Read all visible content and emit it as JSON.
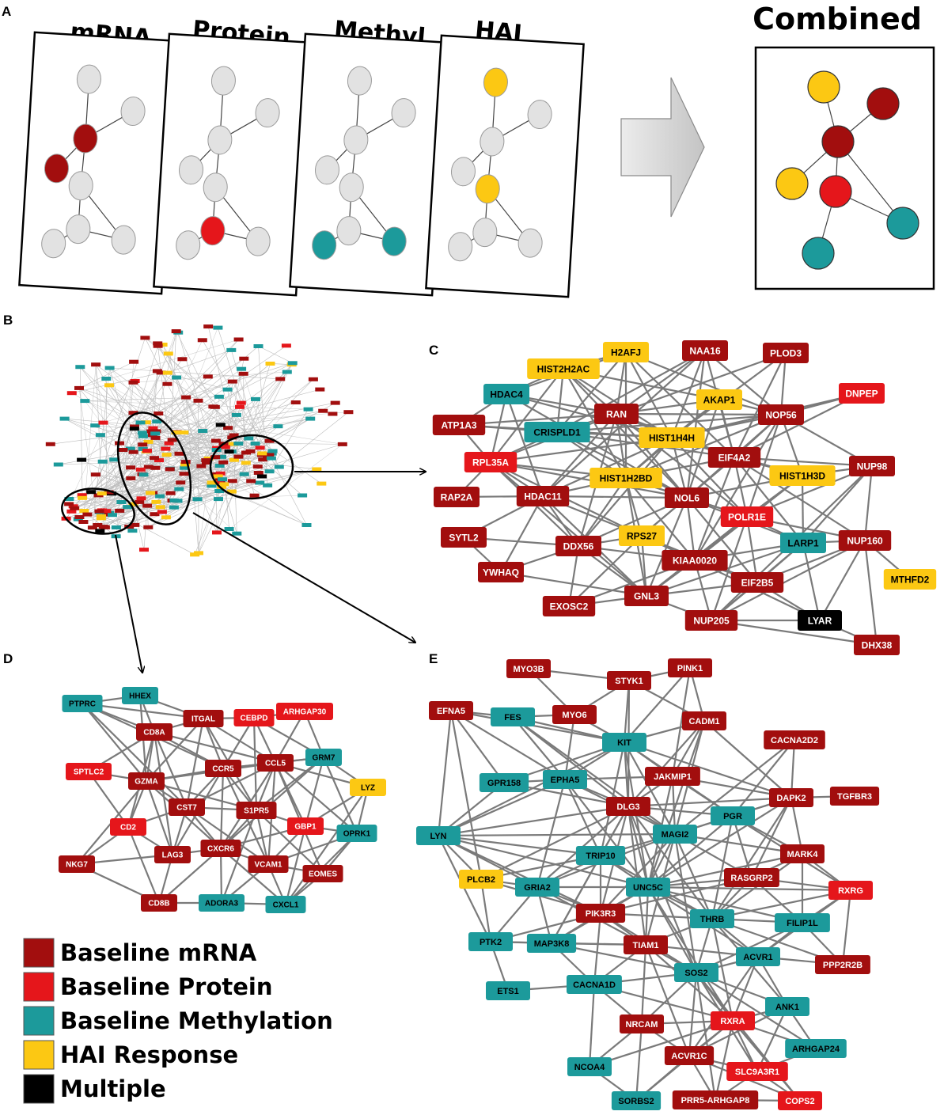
{
  "colors": {
    "mrna": "#a20e0e",
    "protein": "#e5161b",
    "methyl": "#1c9a9b",
    "hai": "#fcc813",
    "multiple": "#000000",
    "gray": "#e2e2e2",
    "edge": "#7a7a7a"
  },
  "panel_a": {
    "label": "A",
    "layers": [
      {
        "title": "mRNA",
        "highlights": {
          "1": "mrna",
          "3": "mrna"
        }
      },
      {
        "title": "Protein",
        "highlights": {
          "5": "protein"
        }
      },
      {
        "title": "Methyl",
        "highlights": {
          "6": "methyl",
          "7": "methyl"
        }
      },
      {
        "title": "HAI",
        "highlights": {
          "0": "hai",
          "4": "hai"
        }
      }
    ],
    "combined_title": "Combined",
    "combined_colors": [
      "hai",
      "mrna",
      "mrna",
      "hai",
      "protein",
      "methyl",
      "methyl"
    ]
  },
  "panel_b": {
    "label": "B"
  },
  "panel_c": {
    "label": "C",
    "nodes": [
      {
        "id": "H2AFJ",
        "color": "hai"
      },
      {
        "id": "HIST2H2AC",
        "color": "hai"
      },
      {
        "id": "NAA16",
        "color": "mrna"
      },
      {
        "id": "PLOD3",
        "color": "mrna"
      },
      {
        "id": "HDAC4",
        "color": "methyl"
      },
      {
        "id": "AKAP1",
        "color": "hai"
      },
      {
        "id": "DNPEP",
        "color": "protein"
      },
      {
        "id": "ATP1A3",
        "color": "mrna"
      },
      {
        "id": "RAN",
        "color": "mrna"
      },
      {
        "id": "NOP56",
        "color": "mrna"
      },
      {
        "id": "CRISPLD1",
        "color": "methyl"
      },
      {
        "id": "HIST1H4H",
        "color": "hai"
      },
      {
        "id": "EIF4A2",
        "color": "mrna"
      },
      {
        "id": "RPL35A",
        "color": "protein"
      },
      {
        "id": "NUP98",
        "color": "mrna"
      },
      {
        "id": "HIST1H2BD",
        "color": "hai"
      },
      {
        "id": "HIST1H3D",
        "color": "hai"
      },
      {
        "id": "RAP2A",
        "color": "mrna"
      },
      {
        "id": "HDAC11",
        "color": "mrna"
      },
      {
        "id": "NOL6",
        "color": "mrna"
      },
      {
        "id": "POLR1E",
        "color": "protein"
      },
      {
        "id": "SYTL2",
        "color": "mrna"
      },
      {
        "id": "RPS27",
        "color": "hai"
      },
      {
        "id": "LARP1",
        "color": "methyl"
      },
      {
        "id": "NUP160",
        "color": "mrna"
      },
      {
        "id": "DDX56",
        "color": "mrna"
      },
      {
        "id": "KIAA0020",
        "color": "mrna"
      },
      {
        "id": "YWHAQ",
        "color": "mrna"
      },
      {
        "id": "MTHFD2",
        "color": "hai"
      },
      {
        "id": "EIF2B5",
        "color": "mrna"
      },
      {
        "id": "GNL3",
        "color": "mrna"
      },
      {
        "id": "EXOSC2",
        "color": "mrna"
      },
      {
        "id": "NUP205",
        "color": "mrna"
      },
      {
        "id": "LYAR",
        "color": "multiple"
      },
      {
        "id": "DHX38",
        "color": "mrna"
      }
    ]
  },
  "panel_d": {
    "label": "D",
    "nodes": [
      {
        "id": "HHEX",
        "color": "methyl"
      },
      {
        "id": "PTPRC",
        "color": "methyl"
      },
      {
        "id": "ITGAL",
        "color": "mrna"
      },
      {
        "id": "CEBPD",
        "color": "protein"
      },
      {
        "id": "ARHGAP30",
        "color": "protein"
      },
      {
        "id": "CD8A",
        "color": "mrna"
      },
      {
        "id": "GRM7",
        "color": "methyl"
      },
      {
        "id": "CCR5",
        "color": "mrna"
      },
      {
        "id": "CCL5",
        "color": "mrna"
      },
      {
        "id": "SPTLC2",
        "color": "protein"
      },
      {
        "id": "GZMA",
        "color": "mrna"
      },
      {
        "id": "LYZ",
        "color": "hai"
      },
      {
        "id": "CST7",
        "color": "mrna"
      },
      {
        "id": "S1PR5",
        "color": "mrna"
      },
      {
        "id": "CD2",
        "color": "protein"
      },
      {
        "id": "GBP1",
        "color": "protein"
      },
      {
        "id": "OPRK1",
        "color": "methyl"
      },
      {
        "id": "CXCR6",
        "color": "mrna"
      },
      {
        "id": "LAG3",
        "color": "mrna"
      },
      {
        "id": "NKG7",
        "color": "mrna"
      },
      {
        "id": "VCAM1",
        "color": "mrna"
      },
      {
        "id": "EOMES",
        "color": "mrna"
      },
      {
        "id": "CD8B",
        "color": "mrna"
      },
      {
        "id": "ADORA3",
        "color": "methyl"
      },
      {
        "id": "CXCL1",
        "color": "methyl"
      }
    ]
  },
  "panel_e": {
    "label": "E",
    "nodes": [
      {
        "id": "MYO3B",
        "color": "mrna"
      },
      {
        "id": "PINK1",
        "color": "mrna"
      },
      {
        "id": "STYK1",
        "color": "mrna"
      },
      {
        "id": "EFNA5",
        "color": "mrna"
      },
      {
        "id": "FES",
        "color": "methyl"
      },
      {
        "id": "MYO6",
        "color": "mrna"
      },
      {
        "id": "CADM1",
        "color": "mrna"
      },
      {
        "id": "KIT",
        "color": "methyl"
      },
      {
        "id": "CACNA2D2",
        "color": "mrna"
      },
      {
        "id": "GPR158",
        "color": "methyl"
      },
      {
        "id": "EPHA5",
        "color": "methyl"
      },
      {
        "id": "JAKMIP1",
        "color": "mrna"
      },
      {
        "id": "DAPK2",
        "color": "mrna"
      },
      {
        "id": "TGFBR3",
        "color": "mrna"
      },
      {
        "id": "DLG3",
        "color": "mrna"
      },
      {
        "id": "PGR",
        "color": "methyl"
      },
      {
        "id": "LYN",
        "color": "methyl"
      },
      {
        "id": "MAGI2",
        "color": "methyl"
      },
      {
        "id": "MARK4",
        "color": "mrna"
      },
      {
        "id": "TRIP10",
        "color": "methyl"
      },
      {
        "id": "RASGRP2",
        "color": "mrna"
      },
      {
        "id": "PLCB2",
        "color": "hai"
      },
      {
        "id": "GRIA2",
        "color": "methyl"
      },
      {
        "id": "UNC5C",
        "color": "methyl"
      },
      {
        "id": "RXRG",
        "color": "protein"
      },
      {
        "id": "PIK3R3",
        "color": "mrna"
      },
      {
        "id": "THRB",
        "color": "methyl"
      },
      {
        "id": "FILIP1L",
        "color": "methyl"
      },
      {
        "id": "PTK2",
        "color": "methyl"
      },
      {
        "id": "MAP3K8",
        "color": "methyl"
      },
      {
        "id": "TIAM1",
        "color": "mrna"
      },
      {
        "id": "ACVR1",
        "color": "methyl"
      },
      {
        "id": "SOS2",
        "color": "methyl"
      },
      {
        "id": "PPP2R2B",
        "color": "mrna"
      },
      {
        "id": "ETS1",
        "color": "methyl"
      },
      {
        "id": "CACNA1D",
        "color": "methyl"
      },
      {
        "id": "ANK1",
        "color": "methyl"
      },
      {
        "id": "RXRA",
        "color": "protein"
      },
      {
        "id": "NRCAM",
        "color": "mrna"
      },
      {
        "id": "ARHGAP24",
        "color": "methyl"
      },
      {
        "id": "ACVR1C",
        "color": "mrna"
      },
      {
        "id": "SLC9A3R1",
        "color": "protein"
      },
      {
        "id": "NCOA4",
        "color": "methyl"
      },
      {
        "id": "SORBS2",
        "color": "methyl"
      },
      {
        "id": "PRR5-ARHGAP8",
        "color": "mrna"
      },
      {
        "id": "COPS2",
        "color": "protein"
      }
    ]
  },
  "legend": [
    {
      "label": "Baseline mRNA",
      "color": "mrna"
    },
    {
      "label": "Baseline Protein",
      "color": "protein"
    },
    {
      "label": "Baseline Methylation",
      "color": "methyl"
    },
    {
      "label": "HAI Response",
      "color": "hai"
    },
    {
      "label": "Multiple",
      "color": "multiple"
    }
  ]
}
